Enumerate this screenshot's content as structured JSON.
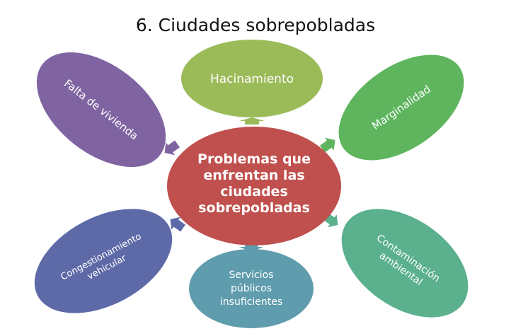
{
  "title": "6. Ciudades sobrepobladas",
  "center": {
    "lines": [
      "Problemas que",
      "enfrentan las",
      "ciudades",
      "sobrepobladas"
    ],
    "color": "#C0504D"
  },
  "nodes": {
    "hacinamiento": {
      "lines": [
        "Hacinamiento"
      ],
      "color": "#9BBB59"
    },
    "marginalidad": {
      "lines": [
        "Marginalidad"
      ],
      "color": "#5EB55E"
    },
    "contaminacion": {
      "lines": [
        "Contaminación",
        "ambiental"
      ],
      "color": "#5BB08E"
    },
    "servicios": {
      "lines": [
        "Servicios",
        "públicos",
        "insuficientes"
      ],
      "color": "#5F9CAD"
    },
    "congestionamiento": {
      "lines": [
        "Congestionamiento",
        "vehicular"
      ],
      "color": "#5E6AA8"
    },
    "falta_vivienda": {
      "lines": [
        "Falta de vivienda"
      ],
      "color": "#8064A2"
    }
  }
}
